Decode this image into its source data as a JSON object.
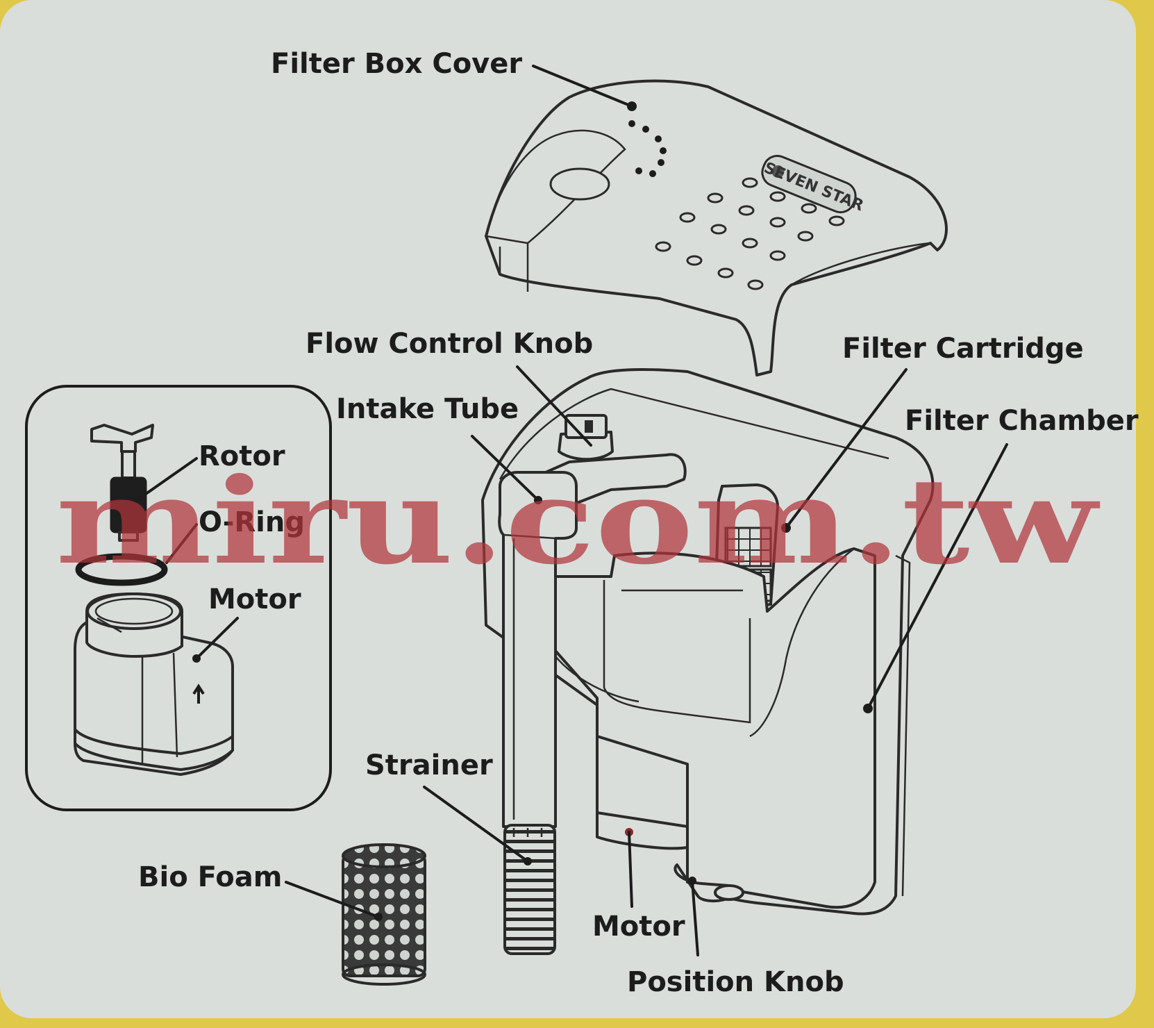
{
  "colors": {
    "panel": "#d9dedb",
    "frame": "#e0c84a",
    "line": "#1c1c1c",
    "watermark": "#b0343a"
  },
  "watermark": "miru.com.tw",
  "brand_logo": "SEVEN STAR",
  "labels": {
    "filter_box_cover": "Filter Box Cover",
    "flow_control_knob": "Flow Control Knob",
    "filter_cartridge": "Filter Cartridge",
    "intake_tube": "Intake Tube",
    "filter_chamber": "Filter Chamber",
    "rotor": "Rotor",
    "o_ring": "O-Ring",
    "motor_inset": "Motor",
    "strainer": "Strainer",
    "bio_foam": "Bio Foam",
    "motor_main": "Motor",
    "position_knob": "Position Knob"
  }
}
